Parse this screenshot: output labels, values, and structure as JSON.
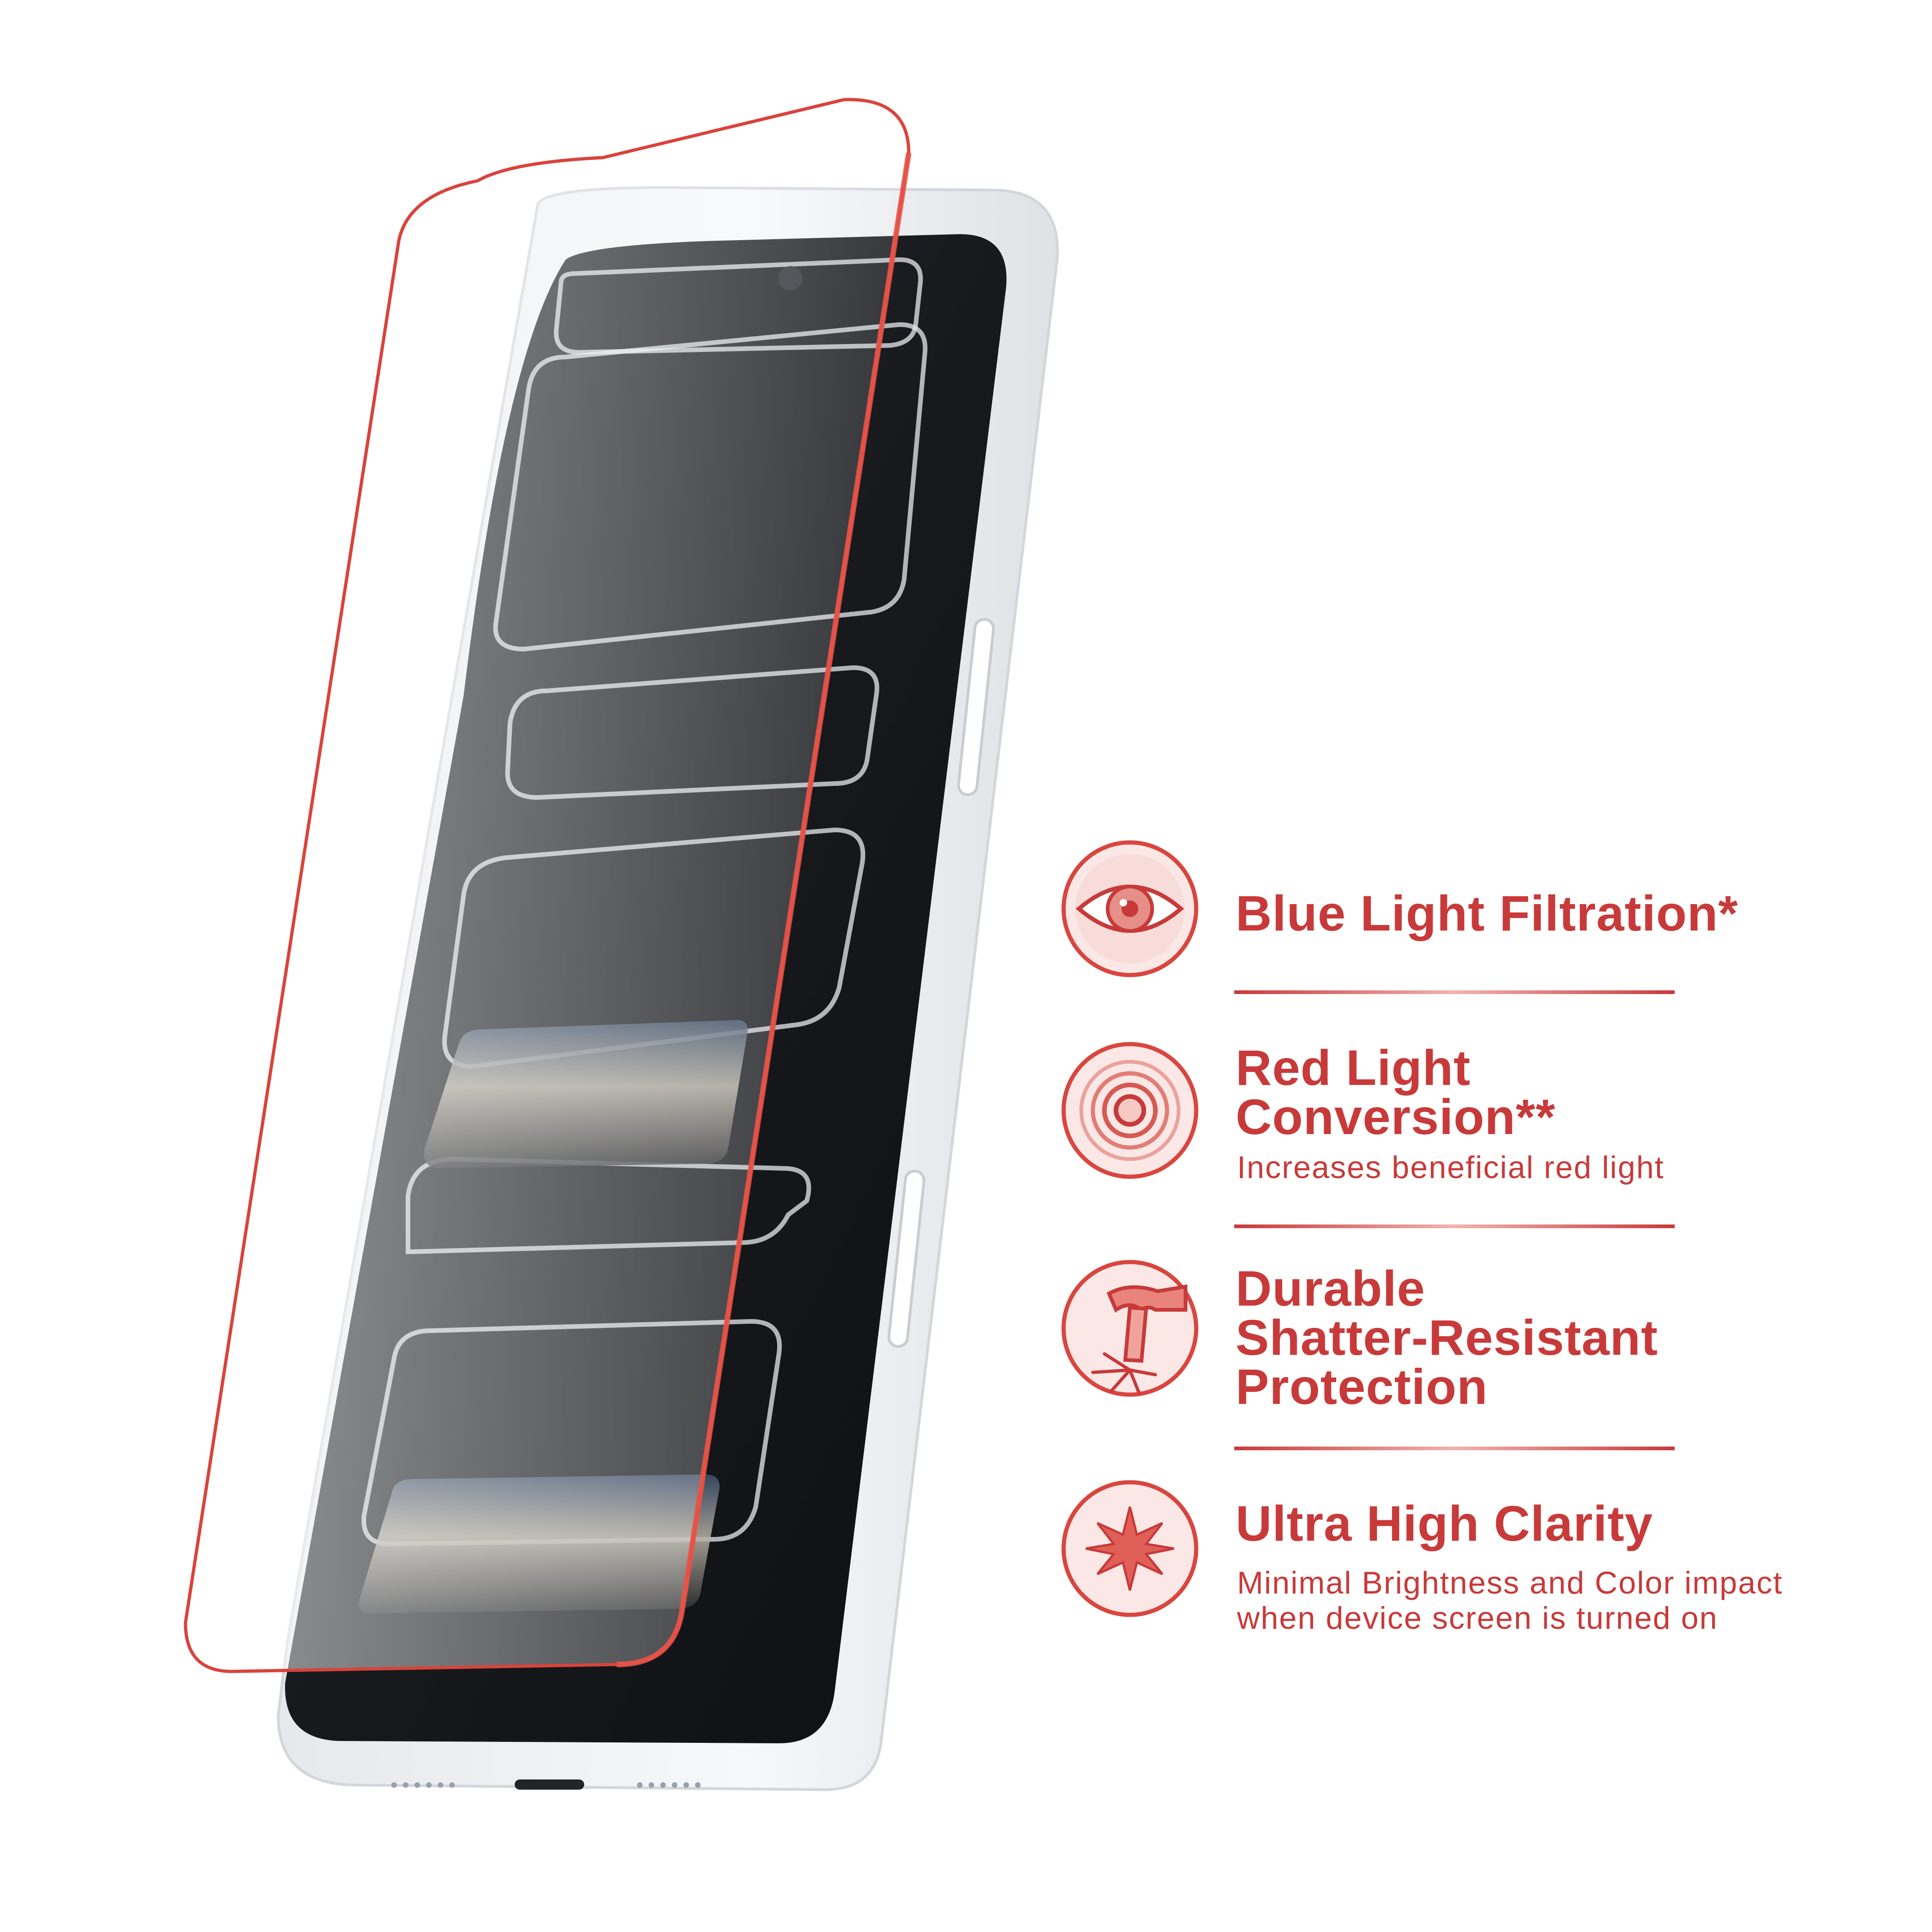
{
  "colors": {
    "accent": "#c83a3a",
    "screen_protector_edge": "#d9433b",
    "phone_frame": "#f2f3f5",
    "phone_screen": "#1b1d21",
    "background": "#ffffff"
  },
  "product_image": {
    "icon": "phone-with-screen-protector"
  },
  "features": [
    {
      "icon": "eye-icon",
      "title_lines": [
        "Blue Light Filtration*"
      ],
      "subtitle_lines": []
    },
    {
      "icon": "concentric-circles-icon",
      "title_lines": [
        "Red Light",
        "Conversion**"
      ],
      "subtitle_lines": [
        "Increases beneficial red light"
      ]
    },
    {
      "icon": "hammer-impact-icon",
      "title_lines": [
        "Durable",
        "Shatter-Resistant",
        "Protection"
      ],
      "subtitle_lines": []
    },
    {
      "icon": "starburst-icon",
      "title_lines": [
        "Ultra High Clarity"
      ],
      "subtitle_lines": [
        "Minimal Brightness and Color impact",
        "when device screen is turned on"
      ]
    }
  ]
}
